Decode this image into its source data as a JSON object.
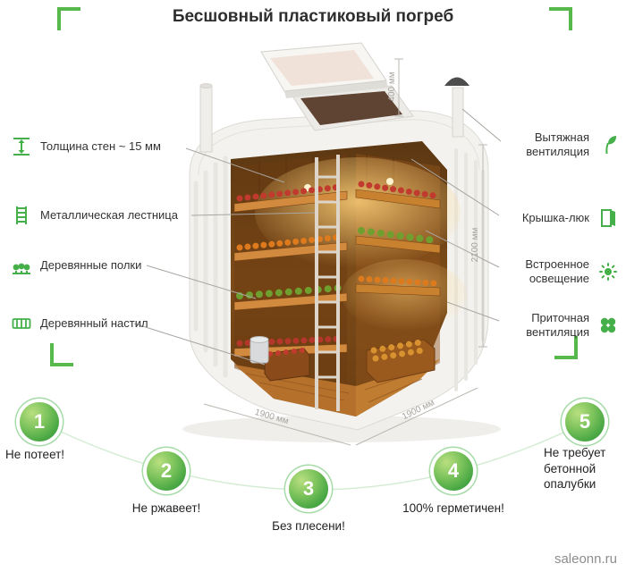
{
  "title": "Бесшовный пластиковый погреб",
  "features_left": [
    {
      "label": "Толщина стен ~ 15 мм",
      "icon": "wall-thickness-icon"
    },
    {
      "label": "Металлическая лестница",
      "icon": "ladder-icon"
    },
    {
      "label": "Деревянные полки",
      "icon": "shelves-icon"
    },
    {
      "label": "Деревянный настил",
      "icon": "decking-icon"
    }
  ],
  "features_right": [
    {
      "label": "Вытяжная вентиляция",
      "icon": "exhaust-vent-icon"
    },
    {
      "label": "Крышка-люк",
      "icon": "hatch-door-icon"
    },
    {
      "label": "Встроенное освещение",
      "icon": "light-icon"
    },
    {
      "label": "Приточная вентиляция",
      "icon": "supply-vent-icon"
    }
  ],
  "dimensions": {
    "lid_height": "400 мм",
    "inner_height": "2100 мм",
    "width": "1900 мм",
    "depth": "1900 мм"
  },
  "benefits": [
    {
      "number": "1",
      "label": "Не потеет!"
    },
    {
      "number": "2",
      "label": "Не ржавеет!"
    },
    {
      "number": "3",
      "label": "Без плесени!"
    },
    {
      "number": "4",
      "label": "100% герметичен!"
    },
    {
      "number": "5",
      "label": "Не требует бетонной опалубки"
    }
  ],
  "watermark": "saleonn.ru",
  "colors": {
    "accent_green": "#45b049",
    "circle_green": "#43a047",
    "wood": "#a55c20",
    "plastic_white": "#f3f2ee"
  }
}
